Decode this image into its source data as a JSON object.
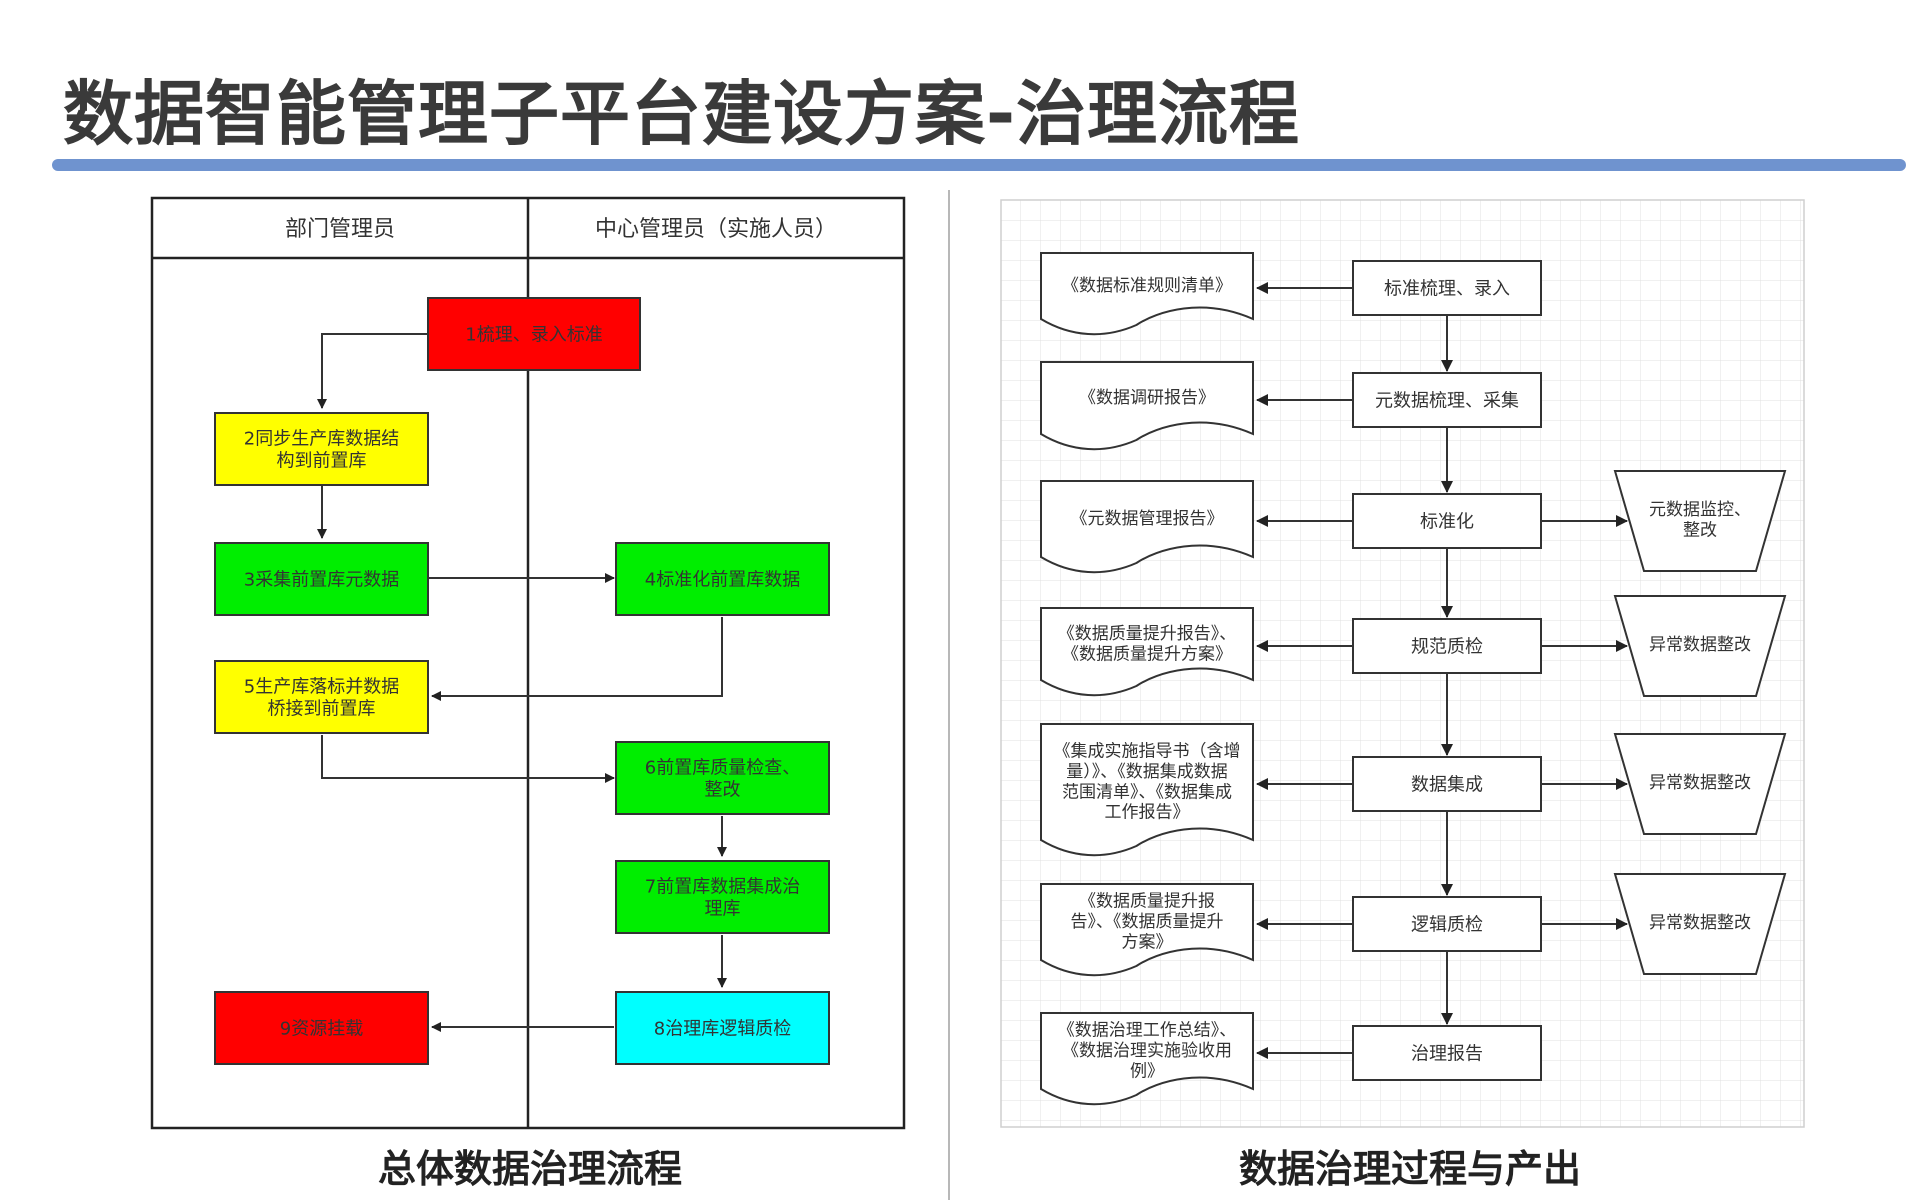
{
  "title": "数据智能管理子平台建设方案-治理流程",
  "left": {
    "caption": "总体数据治理流程",
    "lanes": [
      "部门管理员",
      "中心管理员（实施人员）"
    ],
    "boxes": [
      {
        "id": "b1",
        "lines": [
          "1梳理、录入标准"
        ],
        "color": "#ff0000"
      },
      {
        "id": "b2",
        "lines": [
          "2同步生产库数据结",
          "构到前置库"
        ],
        "color": "#ffff00"
      },
      {
        "id": "b3",
        "lines": [
          "3采集前置库元数据"
        ],
        "color": "#00ee00"
      },
      {
        "id": "b4",
        "lines": [
          "4标准化前置库数据"
        ],
        "color": "#00ee00"
      },
      {
        "id": "b5",
        "lines": [
          "5生产库落标并数据",
          "桥接到前置库"
        ],
        "color": "#ffff00"
      },
      {
        "id": "b6",
        "lines": [
          "6前置库质量检查、",
          "整改"
        ],
        "color": "#00ee00"
      },
      {
        "id": "b7",
        "lines": [
          "7前置库数据集成治",
          "理库"
        ],
        "color": "#00ee00"
      },
      {
        "id": "b8",
        "lines": [
          "8治理库逻辑质检"
        ],
        "color": "#00ffff"
      },
      {
        "id": "b9",
        "lines": [
          "9资源挂载"
        ],
        "color": "#ff0000"
      }
    ]
  },
  "right": {
    "caption": "数据治理过程与产出",
    "steps": [
      {
        "label": "标准梳理、录入",
        "doc": [
          "《数据标准规则清单》"
        ],
        "issue": null
      },
      {
        "label": "元数据梳理、采集",
        "doc": [
          "《数据调研报告》"
        ],
        "issue": null
      },
      {
        "label": "标准化",
        "doc": [
          "《元数据管理报告》"
        ],
        "issue": [
          "元数据监控、",
          "整改"
        ]
      },
      {
        "label": "规范质检",
        "doc": [
          "《数据质量提升报告》、",
          "《数据质量提升方案》"
        ],
        "issue": [
          "异常数据整改"
        ]
      },
      {
        "label": "数据集成",
        "doc": [
          "《集成实施指导书（含增",
          "量）》、《数据集成数据",
          "范围清单》、《数据集成",
          "工作报告》"
        ],
        "issue": [
          "异常数据整改"
        ]
      },
      {
        "label": "逻辑质检",
        "doc": [
          "《数据质量提升报",
          "告》、《数据质量提升",
          "方案》"
        ],
        "issue": [
          "异常数据整改"
        ]
      },
      {
        "label": "治理报告",
        "doc": [
          "《数据治理工作总结》、",
          "《数据治理实施验收用",
          "例》"
        ],
        "issue": null
      }
    ]
  }
}
